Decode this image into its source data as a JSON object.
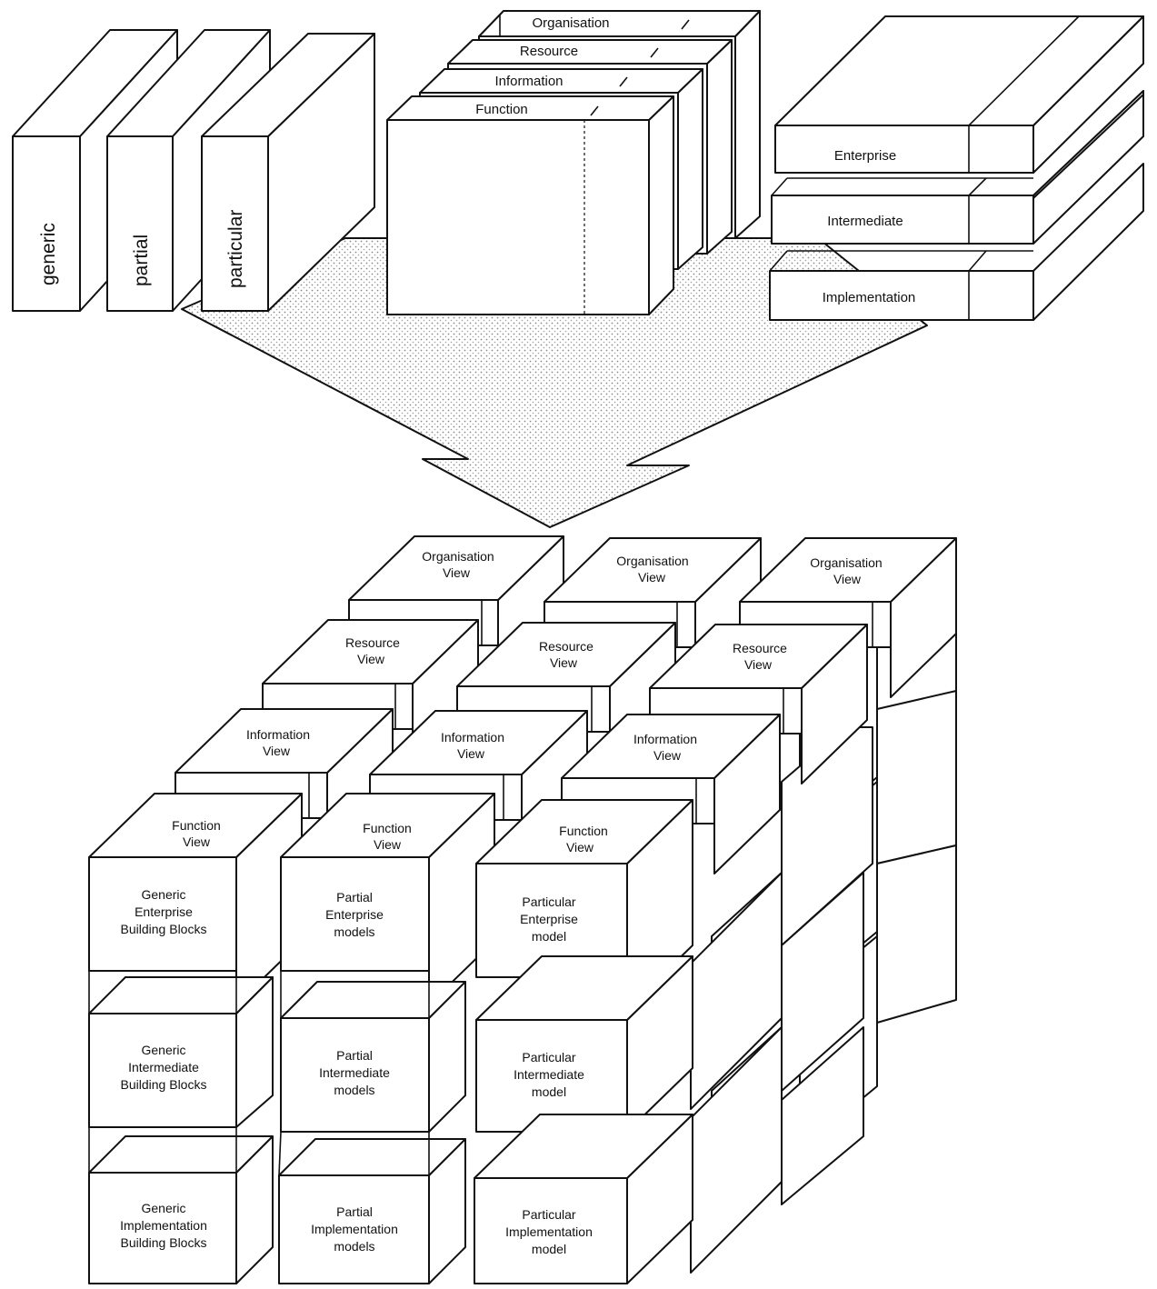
{
  "genericity": {
    "generic": "generic",
    "partial": "partial",
    "particular": "particular"
  },
  "views": {
    "organisation": "Organisation",
    "resource": "Resource",
    "information": "Information",
    "function": "Function"
  },
  "levels": {
    "enterprise": "Enterprise",
    "intermediate": "Intermediate",
    "implementation": "Implementation"
  },
  "cube_views": {
    "organisation_1": "Organisation",
    "organisation_2": "View",
    "resource_1": "Resource",
    "resource_2": "View",
    "information_1": "Information",
    "information_2": "View",
    "function_1": "Function",
    "function_2": "View"
  },
  "cells": {
    "generic_enterprise": [
      "Generic",
      "Enterprise",
      "Building Blocks"
    ],
    "partial_enterprise": [
      "Partial",
      "Enterprise",
      "models"
    ],
    "particular_enterprise": [
      "Particular",
      "Enterprise",
      "model"
    ],
    "generic_intermediate": [
      "Generic",
      "Intermediate",
      "Building Blocks"
    ],
    "partial_intermediate": [
      "Partial",
      "Intermediate",
      "models"
    ],
    "particular_intermediate": [
      "Particular",
      "Intermediate",
      "model"
    ],
    "generic_implementation": [
      "Generic",
      "Implementation",
      "Building Blocks"
    ],
    "partial_implementation": [
      "Partial",
      "Implementation",
      "models"
    ],
    "particular_implementation": [
      "Particular",
      "Implementation",
      "model"
    ]
  },
  "colors": {
    "line": "#111111",
    "fill": "#ffffff",
    "shade": "#9a9a9a"
  }
}
